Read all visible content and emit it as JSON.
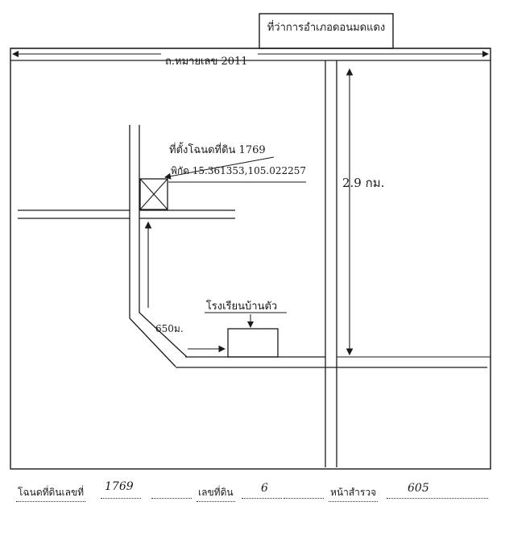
{
  "map": {
    "office_label": "ที่ว่าการอำเภอดอนมดแดง",
    "road_label": "ถ.หมายเลข 2011",
    "distance_label": "2.9 กม.",
    "land_label": "ที่ตั้งโฉนดที่ดิน 1769",
    "coords_label": "พิกัด 15.361353,105.022257",
    "school_label": "โรงเรียนบ้านตัว",
    "short_distance_label": "650ม."
  },
  "footer": {
    "deed_label": "โฉนดที่ดินเลขที่",
    "deed_value": "1769",
    "land_no_label": "เลขที่ดิน",
    "land_no_value": "6",
    "survey_page_label": "หน้าสำรวจ",
    "survey_page_value": "605"
  }
}
